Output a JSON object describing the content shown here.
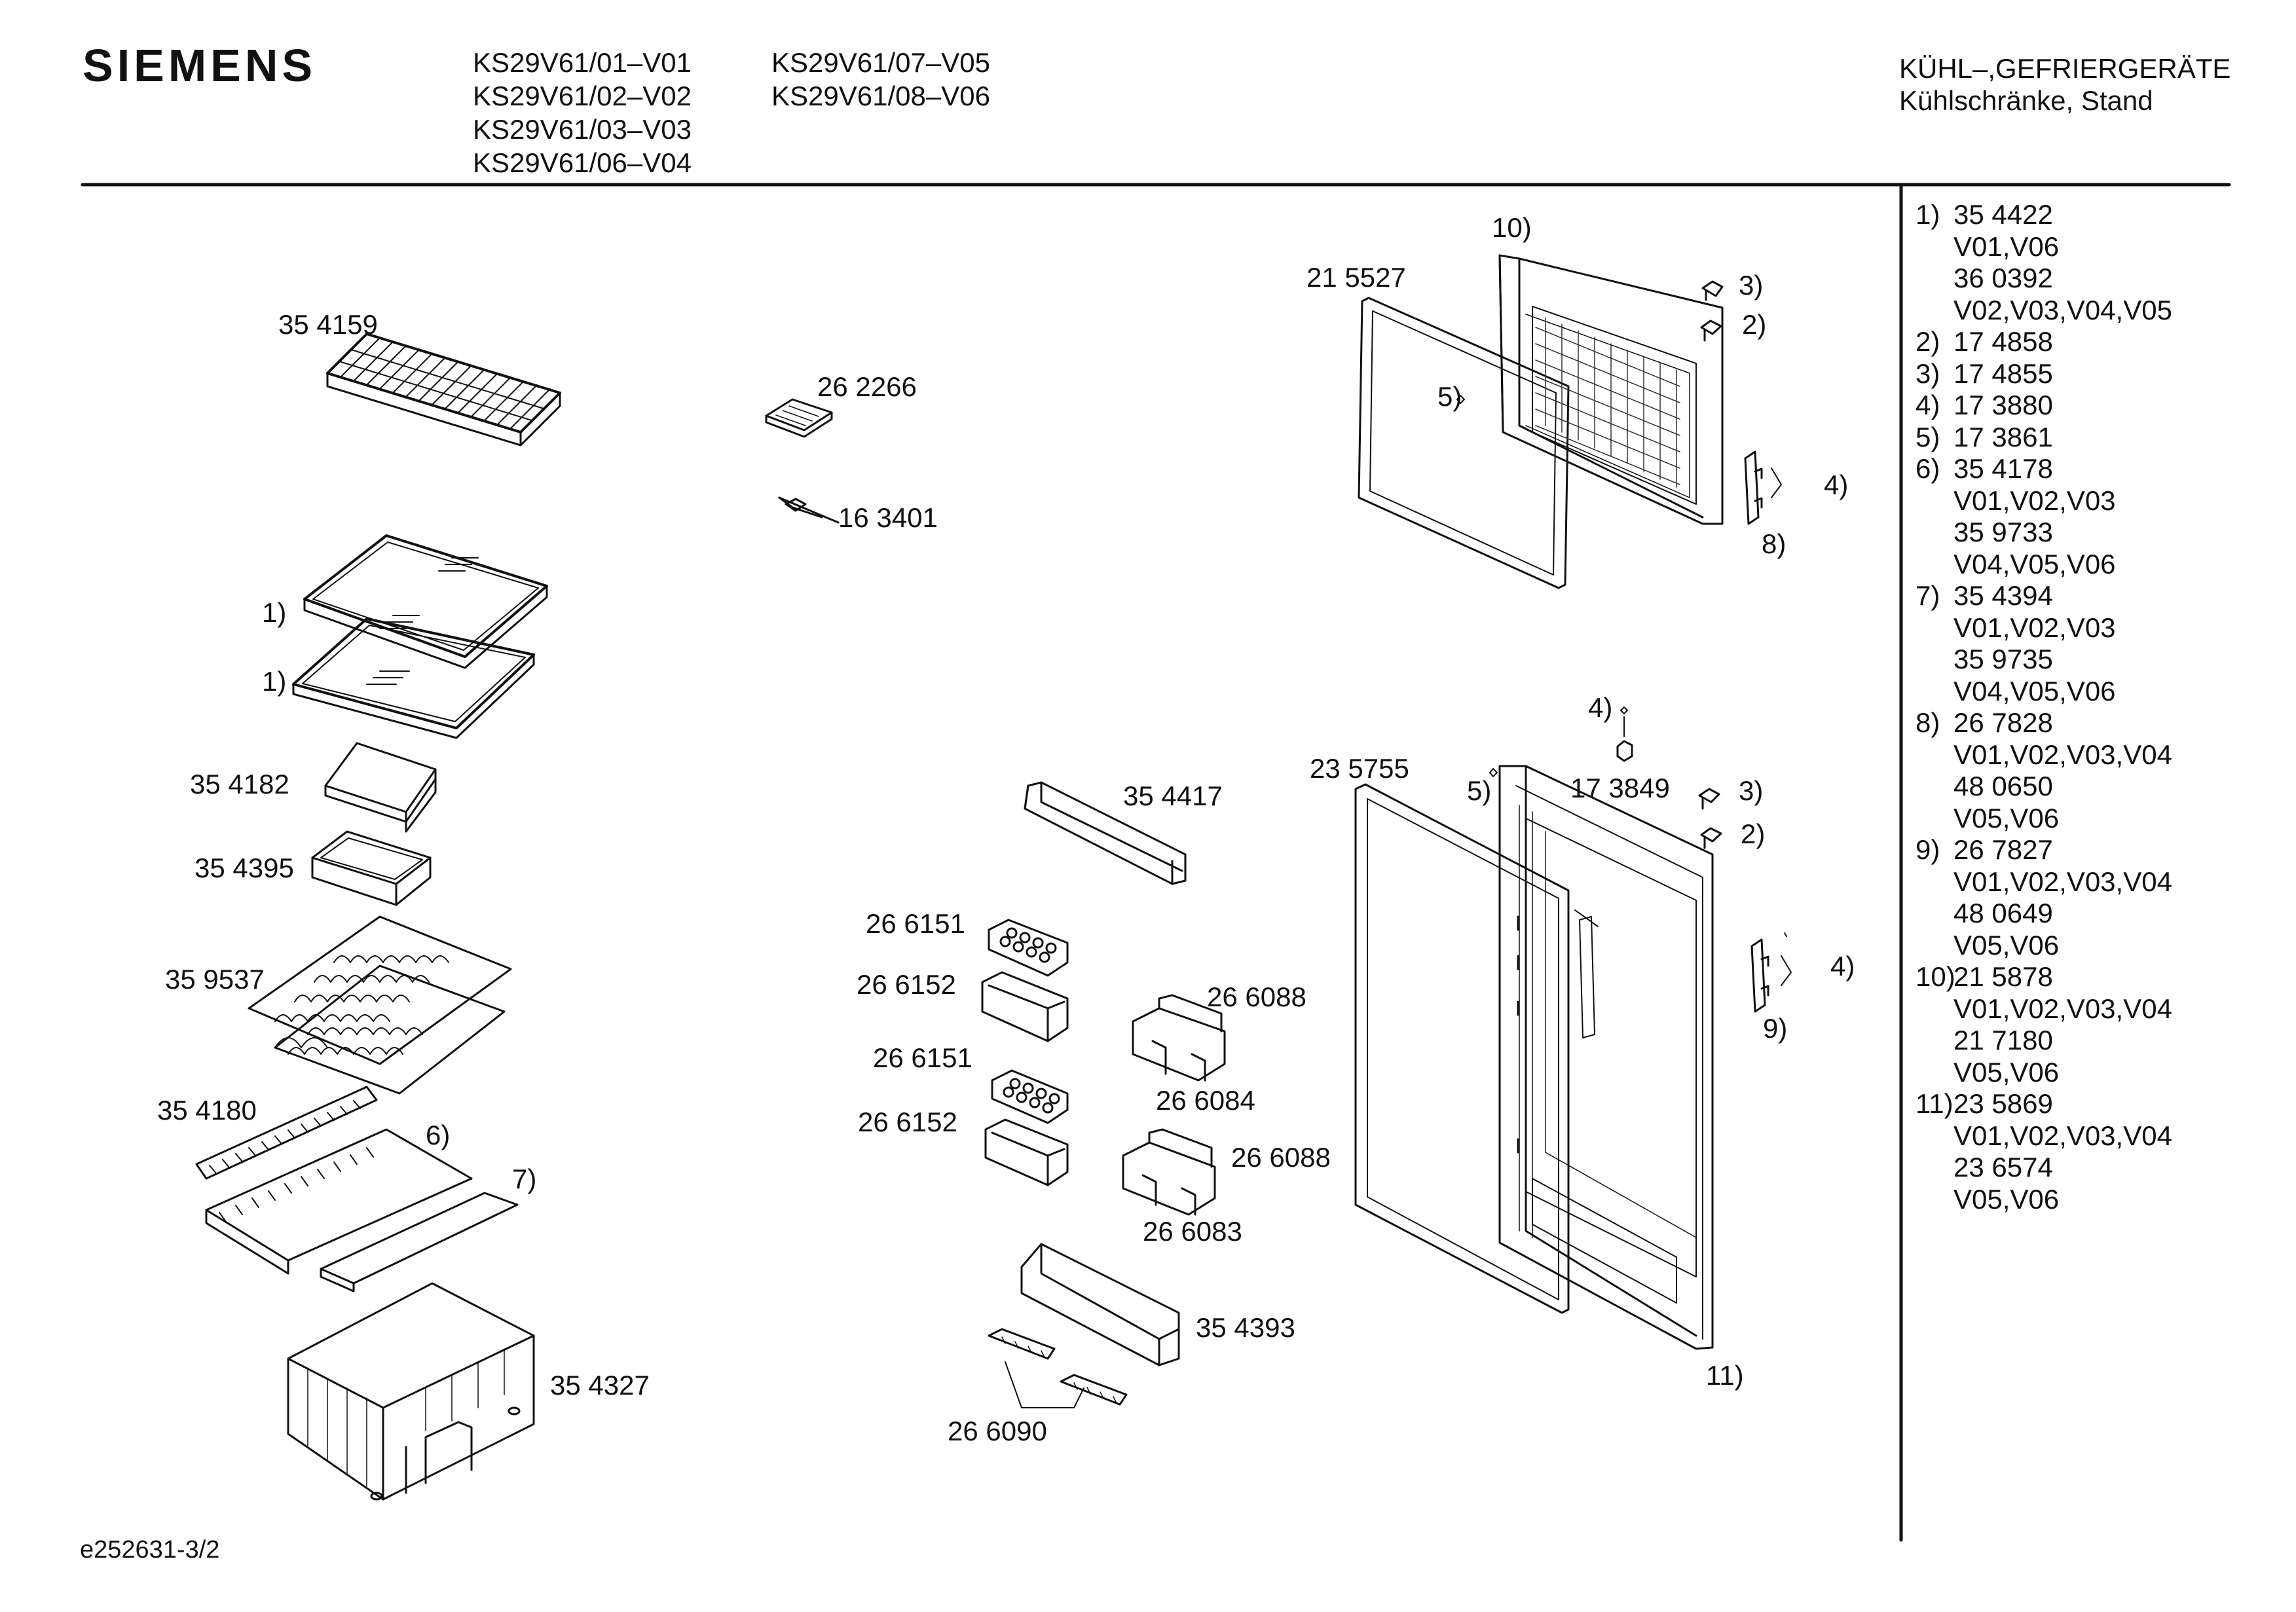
{
  "brand": "SIEMENS",
  "models_col1": [
    "KS29V61/01–V01",
    "KS29V61/02–V02",
    "KS29V61/03–V03",
    "KS29V61/06–V04"
  ],
  "models_col2": [
    "KS29V61/07–V05",
    "KS29V61/08–V06"
  ],
  "category": [
    "KÜHL–,GEFRIERGERÄTE",
    "Kühlschränke, Stand"
  ],
  "footer_code": "e252631-3/2",
  "part_labels": {
    "wire_shelf": "35 4159",
    "glass_shelf_a": "1)",
    "glass_shelf_b": "1)",
    "small_shelf": "35 4182",
    "small_tray": "35 4395",
    "bottle_rack": "35 9537",
    "vent_strip": "35 4180",
    "cover_plate": "6)",
    "cover_strip": "7)",
    "crisper": "35 4327",
    "ice_tray": "26 2266",
    "scraper": "16 3401",
    "door_shelf_top": "35 4417",
    "egg_tray_1": "26 6151",
    "butter_box_1": "26 6152",
    "egg_tray_2": "26 6151",
    "butter_box_2": "26 6152",
    "holder_top_a": "26 6088",
    "holder_top_b": "26 6084",
    "holder_bottom_a": "26 6088",
    "holder_bottom_b": "26 6083",
    "door_shelf_bottom": "35 4393",
    "bottle_stops": "26 6090",
    "freezer_door": "10)",
    "freezer_gasket": "21 5527",
    "freezer_ref3": "3)",
    "freezer_ref2": "2)",
    "freezer_ref5": "5)",
    "freezer_ref4": "4)",
    "freezer_ref8": "8)",
    "fridge_gasket": "23 5755",
    "fridge_ref4_top": "4)",
    "fridge_ref5": "5)",
    "fridge_part": "17 3849",
    "fridge_ref3": "3)",
    "fridge_ref2": "2)",
    "fridge_ref4": "4)",
    "fridge_ref9": "9)",
    "fridge_door": "11)"
  },
  "legend": [
    {
      "num": "1)",
      "val": "35 4422"
    },
    {
      "num": "",
      "val": "V01,V06"
    },
    {
      "num": "",
      "val": "36 0392"
    },
    {
      "num": "",
      "val": "V02,V03,V04,V05"
    },
    {
      "num": "2)",
      "val": "17 4858"
    },
    {
      "num": "3)",
      "val": "17 4855"
    },
    {
      "num": "4)",
      "val": "17 3880"
    },
    {
      "num": "5)",
      "val": "17 3861"
    },
    {
      "num": "6)",
      "val": "35 4178"
    },
    {
      "num": "",
      "val": "V01,V02,V03"
    },
    {
      "num": "",
      "val": "35 9733"
    },
    {
      "num": "",
      "val": "V04,V05,V06"
    },
    {
      "num": "7)",
      "val": "35 4394"
    },
    {
      "num": "",
      "val": "V01,V02,V03"
    },
    {
      "num": "",
      "val": "35 9735"
    },
    {
      "num": "",
      "val": "V04,V05,V06"
    },
    {
      "num": "8)",
      "val": "26 7828"
    },
    {
      "num": "",
      "val": "V01,V02,V03,V04"
    },
    {
      "num": "",
      "val": "48 0650"
    },
    {
      "num": "",
      "val": "V05,V06"
    },
    {
      "num": "9)",
      "val": "26 7827"
    },
    {
      "num": "",
      "val": "V01,V02,V03,V04"
    },
    {
      "num": "",
      "val": "48 0649"
    },
    {
      "num": "",
      "val": "V05,V06"
    },
    {
      "num": "10)",
      "val": "21 5878"
    },
    {
      "num": "",
      "val": "V01,V02,V03,V04"
    },
    {
      "num": "",
      "val": "21 7180"
    },
    {
      "num": "",
      "val": "V05,V06"
    },
    {
      "num": "11)",
      "val": "23 5869"
    },
    {
      "num": "",
      "val": "V01,V02,V03,V04"
    },
    {
      "num": "",
      "val": "23 6574"
    },
    {
      "num": "",
      "val": "V05,V06"
    }
  ]
}
